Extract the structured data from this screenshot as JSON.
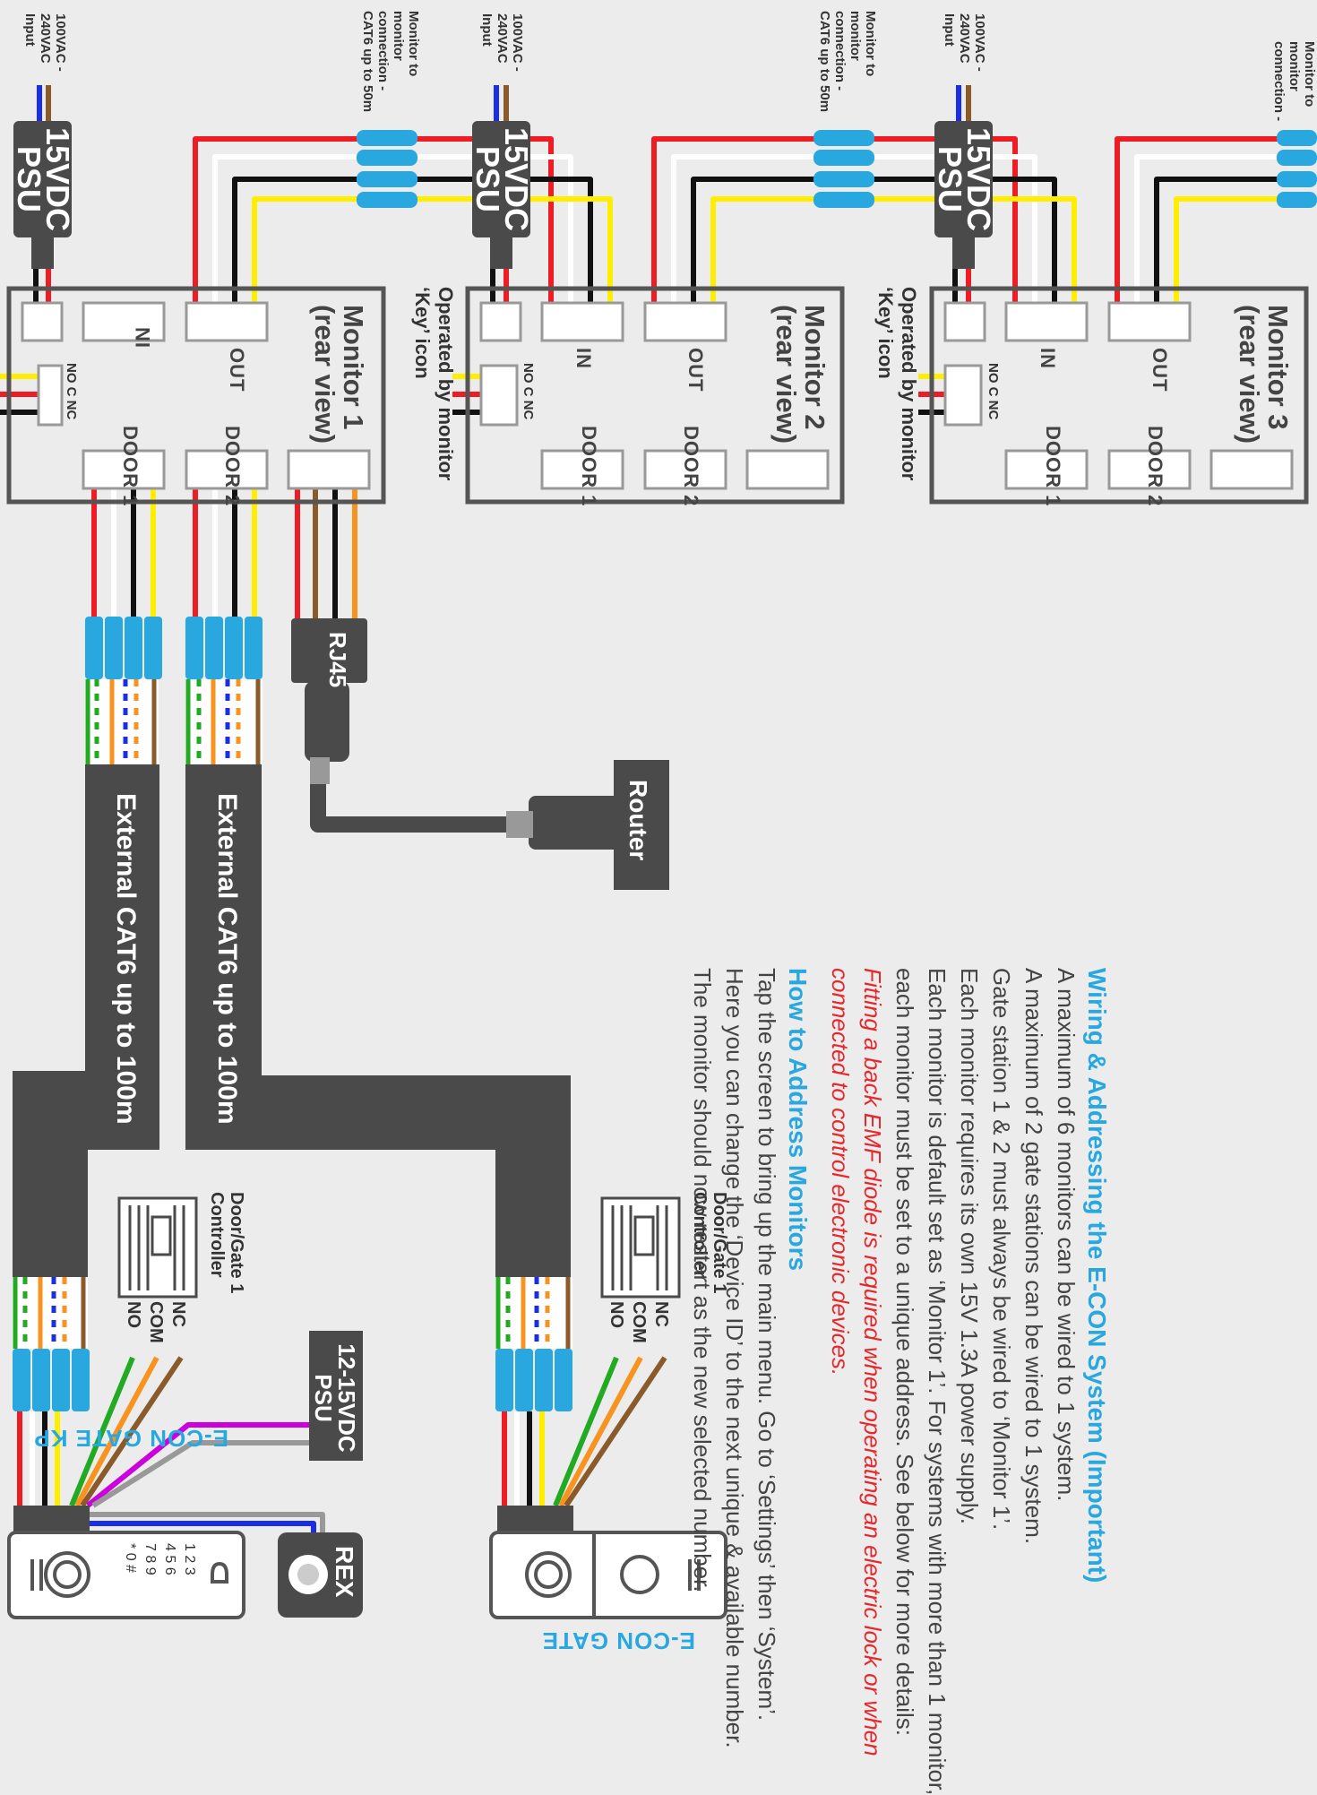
{
  "psu": {
    "label_line1": "15VDC",
    "label_line2": "PSU",
    "input_line1": "100VAC -",
    "input_line2": "240VAC",
    "input_line3": "Input"
  },
  "link": {
    "line1": "Monitor to",
    "line2": "monitor",
    "line3": "connection -",
    "line4": "CAT6 up to 50m"
  },
  "ports": {
    "in": "IN",
    "out": "OUT",
    "door1": "DOOR 1",
    "door2": "DOOR 2",
    "no_nc": "NO C NC"
  },
  "monitors": [
    {
      "name": "Monitor 1",
      "sub": "(rear view)"
    },
    {
      "name": "Monitor 2",
      "sub": "(rear view)"
    },
    {
      "name": "Monitor 3",
      "sub": "(rear view)"
    }
  ],
  "operated": {
    "line1": "Operated by monitor",
    "line2": "‘Key’ icon"
  },
  "cables": {
    "cat6": "External CAT6 up to 100m",
    "rj45": "RJ45",
    "router": "Router"
  },
  "controller": {
    "line1": "Door/Gate 1",
    "line2": "Controller",
    "no": "NO",
    "com": "COM",
    "nc": "NC"
  },
  "gate_psu": {
    "line1": "12-15VDC",
    "line2": "PSU"
  },
  "rex": "REX",
  "stations": {
    "kp": "E-CON GATE KP",
    "gate": "E-CON GATE"
  },
  "keypad": [
    "1",
    "2",
    "3",
    "4",
    "5",
    "6",
    "7",
    "8",
    "9",
    "*",
    "0",
    "#"
  ],
  "text": {
    "heading": "Wiring & Addressing the E-CON System (Important)",
    "lines": [
      "A maximum of 6 monitors can be wired to 1 system.",
      "A maximum of 2 gate stations can be wired to 1 system.",
      "Gate station 1 & 2 must always be wired to ‘Monitor 1’.",
      "Each monitor requires its own 15V 1.3A power supply.",
      "Each monitor is default set as ‘Monitor 1’. For systems with more than 1 monitor,",
      "each monitor must be set to a unique address. See below for more details:"
    ],
    "warn1": "Fitting a back EMF diode is required when operating an electric lock or when",
    "warn2": "connected to control electronic devices.",
    "heading2": "How to Address Monitors",
    "lines2": [
      "Tap the screen to bring up the main menu. Go to ‘Settings’ then ‘System’.",
      "Here you can change the ‘Device ID’ to the next unique & available number.",
      "The monitor should now restart as the new selected number."
    ]
  },
  "colors": {
    "dark": "#4a4a4a",
    "outline": "#555555",
    "blue": "#29a8e0",
    "red": "#ee1c24",
    "yellow": "#ffee00",
    "black": "#111111",
    "orange": "#f7931e",
    "brown": "#8b5a2b",
    "green": "#22aa22",
    "purple": "#cc00dd",
    "grey": "#999999",
    "wireblue": "#1a2ee6"
  }
}
